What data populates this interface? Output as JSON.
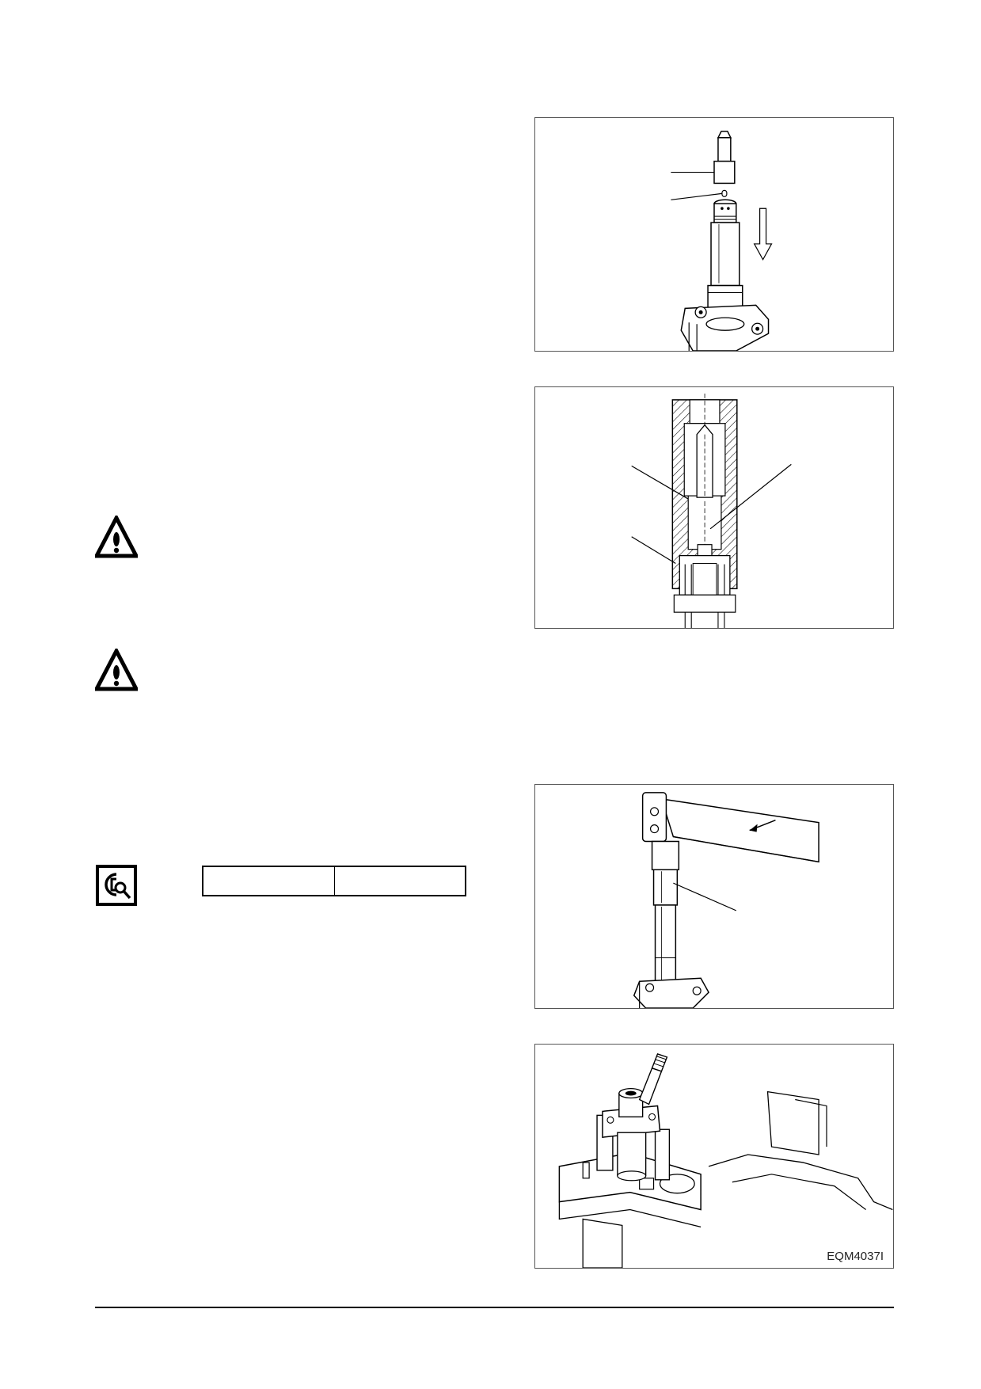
{
  "figures": [
    {
      "name": "nozzle-disassembly-figure",
      "caption_code": ""
    },
    {
      "name": "nozzle-cross-section-figure",
      "caption_code": ""
    },
    {
      "name": "torque-tightening-figure",
      "caption_code": ""
    },
    {
      "name": "nozzle-holder-vise-figure",
      "caption_code": "EQM4037I"
    }
  ],
  "icons": {
    "warning_1": "warning-triangle-icon",
    "warning_2": "warning-triangle-icon",
    "torque": "torque-wrench-icon"
  },
  "spec_table": {
    "cells": [
      "",
      ""
    ]
  }
}
